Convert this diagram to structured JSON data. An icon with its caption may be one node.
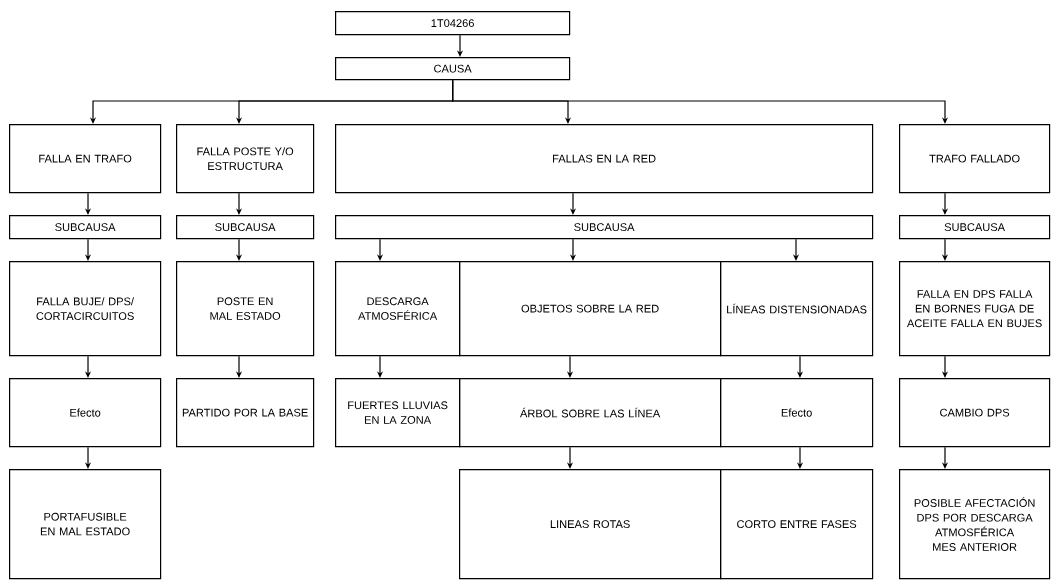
{
  "diagram": {
    "nodes": [
      {
        "text": [
          "1T04266"
        ]
      },
      {
        "text": [
          "CAUSA"
        ]
      },
      {
        "text": [
          "FALLA EN TRAFO"
        ]
      },
      {
        "text": [
          "FALLA POSTE Y/O ESTRUCTURA"
        ]
      },
      {
        "text": [
          "FALLAS EN LA RED"
        ]
      },
      {
        "text": [
          "TRAFO FALLADO"
        ]
      },
      {
        "text": [
          "SUBCAUSA"
        ]
      },
      {
        "text": [
          "SUBCAUSA"
        ]
      },
      {
        "text": [
          "SUBCAUSA"
        ]
      },
      {
        "text": [
          "SUBCAUSA"
        ]
      },
      {
        "text": [
          "FALLA BUJE/ DPS/ CORTACIRCUITOS"
        ]
      },
      {
        "text": [
          "POSTE EN MAL ESTADO"
        ]
      },
      {
        "text": [
          "DESCARGA ATMOSFÉRICA"
        ]
      },
      {
        "text": [
          "OBJETOS SOBRE LA RED"
        ]
      },
      {
        "text": [
          "LÍNEAS DISTENSIONADAS"
        ]
      },
      {
        "text": [
          "FALLA EN DPS FALLA EN BORNES FUGA DE ACEITE FALLA EN BUJES"
        ]
      },
      {
        "text": [
          "Efecto"
        ]
      },
      {
        "text": [
          "PARTIDO POR LA BASE"
        ]
      },
      {
        "text": [
          "FUERTES LLUVIAS EN LA ZONA"
        ]
      },
      {
        "text": [
          "ÁRBOL SOBRE LAS LÍNEA"
        ]
      },
      {
        "text": [
          "Efecto"
        ]
      },
      {
        "text": [
          "CAMBIO DPS"
        ]
      },
      {
        "text": [
          "PORTAFUSIBLE EN MAL ESTADO"
        ]
      },
      {
        "text": [
          "LINEAS ROTAS"
        ]
      },
      {
        "text": [
          "CORTO ENTRE FASES"
        ]
      },
      {
        "text": [
          "POSIBLE AFECTACIÓN DPS POR DESCARGA ATMOSFÉRICA MES ANTERIOR"
        ]
      }
    ],
    "edges": [
      {
        "from": 0,
        "to": 1,
        "arrow": "to"
      },
      {
        "from": 1,
        "to": 2,
        "arrow": "to"
      },
      {
        "from": 1,
        "to": 3,
        "arrow": "to"
      },
      {
        "from": 1,
        "to": 4,
        "arrow": "to"
      },
      {
        "from": 1,
        "to": 5,
        "arrow": "to"
      },
      {
        "from": 2,
        "to": 6,
        "arrow": "to"
      },
      {
        "from": 3,
        "to": 7,
        "arrow": "to"
      },
      {
        "from": 4,
        "to": 8,
        "arrow": "to"
      },
      {
        "from": 5,
        "to": 9,
        "arrow": "to"
      },
      {
        "from": 6,
        "to": 10,
        "arrow": "to"
      },
      {
        "from": 7,
        "to": 11,
        "arrow": "to"
      },
      {
        "from": 8,
        "to": 12,
        "arrow": "to"
      },
      {
        "from": 8,
        "to": 13,
        "arrow": "to"
      },
      {
        "from": 8,
        "to": 14,
        "arrow": "to"
      },
      {
        "from": 9,
        "to": 15,
        "arrow": "to"
      },
      {
        "from": 10,
        "to": 16,
        "arrow": "to"
      },
      {
        "from": 11,
        "to": 17,
        "arrow": "to"
      },
      {
        "from": 12,
        "to": 18,
        "arrow": "to"
      },
      {
        "from": 13,
        "to": 19,
        "arrow": "to"
      },
      {
        "from": 14,
        "to": 20,
        "arrow": "to"
      },
      {
        "from": 15,
        "to": 21,
        "arrow": "to"
      },
      {
        "from": 16,
        "to": 22,
        "arrow": "to"
      },
      {
        "from": 19,
        "to": 23,
        "arrow": "to"
      },
      {
        "from": 20,
        "to": 24,
        "arrow": "to"
      },
      {
        "from": 21,
        "to": 25,
        "arrow": "to"
      }
    ]
  }
}
